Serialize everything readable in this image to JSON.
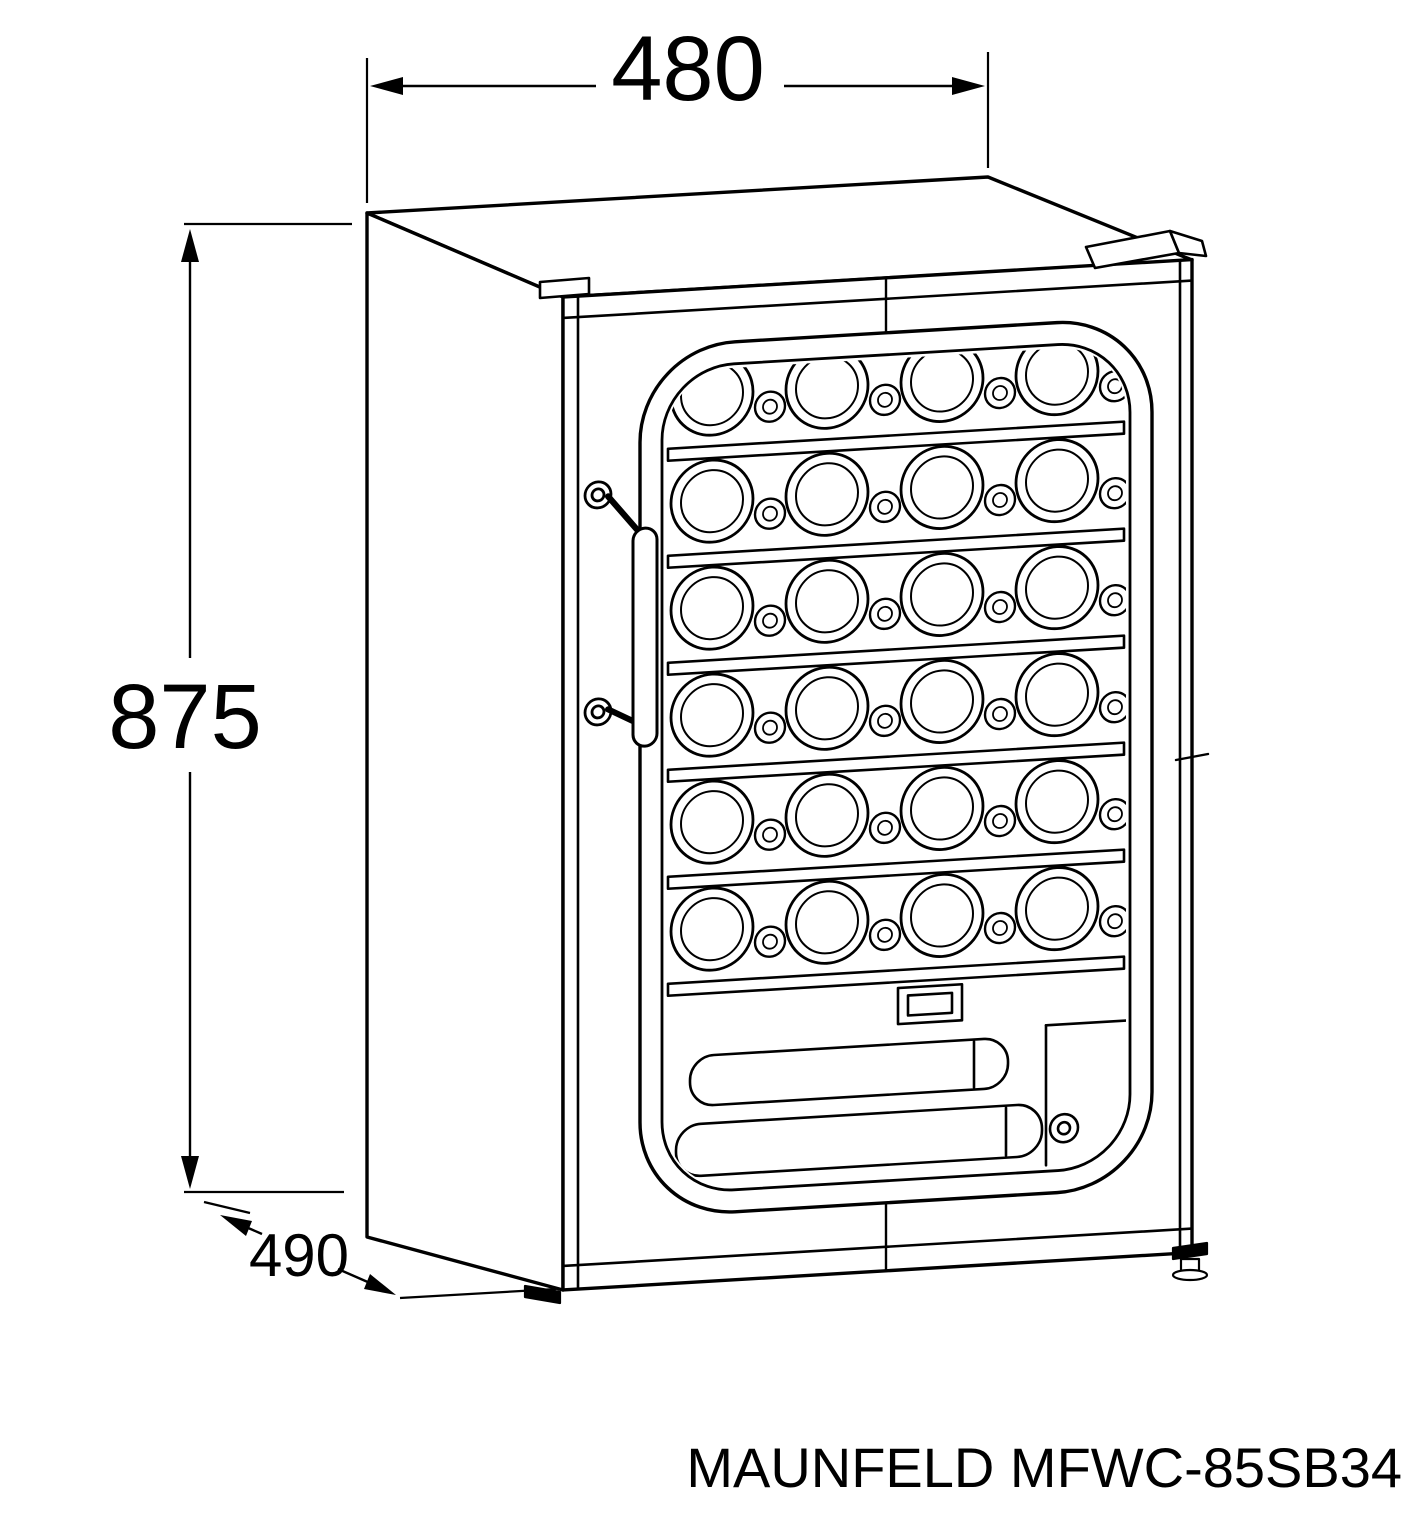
{
  "dimensions": {
    "width_mm": "480",
    "height_mm": "875",
    "depth_mm": "490"
  },
  "model": {
    "label": "MAUNFELD MFWC-85SB34"
  },
  "style": {
    "line_color": "#000000",
    "background_color": "#ffffff"
  },
  "figure": {
    "kind": "technical dimension drawing",
    "subject": "freestanding wine cooler with glass door",
    "shelf_count": 6,
    "bottles_per_shelf": 4
  }
}
